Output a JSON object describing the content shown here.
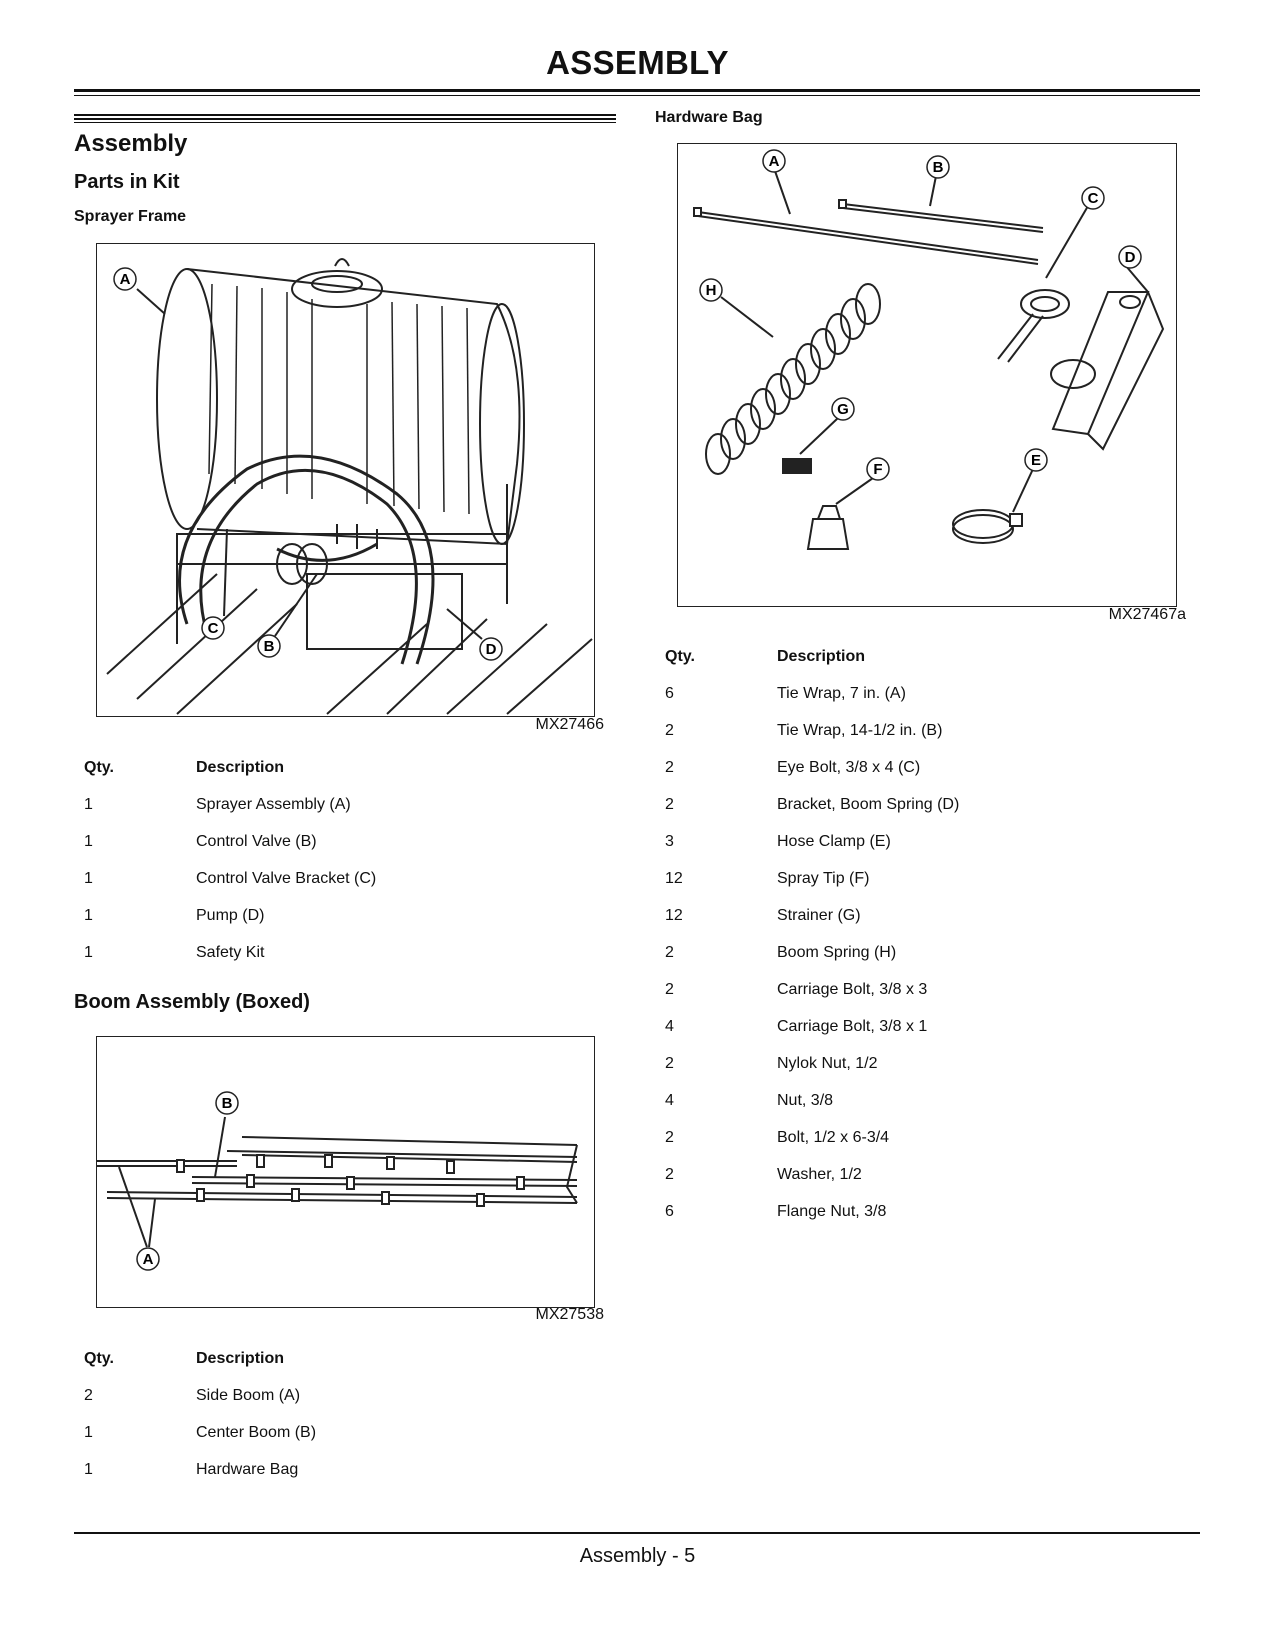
{
  "header": {
    "title": "ASSEMBLY"
  },
  "section": {
    "title": "Assembly",
    "subtitle": "Parts in Kit"
  },
  "sprayer_frame": {
    "heading": "Sprayer Frame",
    "figure_code": "MX27466",
    "callouts": [
      "A",
      "B",
      "C",
      "D"
    ],
    "table": {
      "col_qty": "Qty.",
      "col_desc": "Description",
      "rows": [
        {
          "qty": "1",
          "desc": "Sprayer Assembly (A)"
        },
        {
          "qty": "1",
          "desc": "Control Valve (B)"
        },
        {
          "qty": "1",
          "desc": "Control Valve Bracket (C)"
        },
        {
          "qty": "1",
          "desc": "Pump (D)"
        },
        {
          "qty": "1",
          "desc": "Safety Kit"
        }
      ]
    }
  },
  "boom_assembly": {
    "heading": "Boom Assembly (Boxed)",
    "figure_code": "MX27538",
    "callouts": [
      "A",
      "B"
    ],
    "table": {
      "col_qty": "Qty.",
      "col_desc": "Description",
      "rows": [
        {
          "qty": "2",
          "desc": "Side Boom (A)"
        },
        {
          "qty": "1",
          "desc": "Center Boom (B)"
        },
        {
          "qty": "1",
          "desc": "Hardware Bag"
        }
      ]
    }
  },
  "hardware_bag": {
    "heading": "Hardware Bag",
    "figure_code": "MX27467a",
    "callouts": [
      "A",
      "B",
      "C",
      "D",
      "E",
      "F",
      "G",
      "H"
    ],
    "table": {
      "col_qty": "Qty.",
      "col_desc": "Description",
      "rows": [
        {
          "qty": "6",
          "desc": "Tie Wrap, 7 in. (A)"
        },
        {
          "qty": "2",
          "desc": "Tie Wrap, 14-1/2 in. (B)"
        },
        {
          "qty": "2",
          "desc": "Eye Bolt, 3/8 x 4 (C)"
        },
        {
          "qty": "2",
          "desc": "Bracket, Boom Spring (D)"
        },
        {
          "qty": "3",
          "desc": "Hose Clamp (E)"
        },
        {
          "qty": "12",
          "desc": "Spray Tip (F)"
        },
        {
          "qty": "12",
          "desc": "Strainer (G)"
        },
        {
          "qty": "2",
          "desc": "Boom Spring (H)"
        },
        {
          "qty": "2",
          "desc": "Carriage Bolt, 3/8 x 3"
        },
        {
          "qty": "4",
          "desc": "Carriage Bolt, 3/8 x 1"
        },
        {
          "qty": "2",
          "desc": "Nylok Nut, 1/2"
        },
        {
          "qty": "4",
          "desc": "Nut, 3/8"
        },
        {
          "qty": "2",
          "desc": "Bolt, 1/2 x 6-3/4"
        },
        {
          "qty": "2",
          "desc": "Washer, 1/2"
        },
        {
          "qty": "6",
          "desc": "Flange Nut, 3/8"
        }
      ]
    }
  },
  "footer": {
    "page_label": "Assembly - 5"
  }
}
